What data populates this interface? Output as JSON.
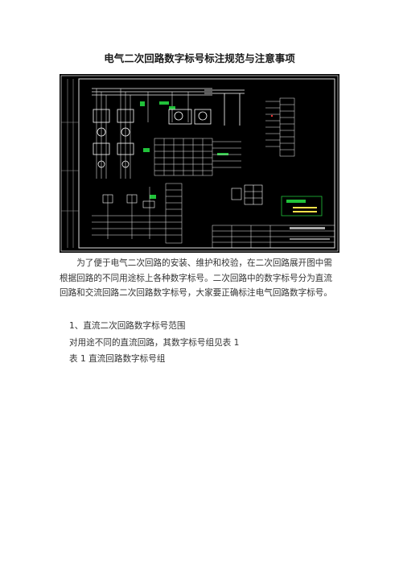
{
  "document": {
    "title": "电气二次回路数字标号标注规范与注意事项",
    "intro": "为了便于电气二次回路的安装、维护和校验，在二次回路展开图中需根据回路的不同用途标上各种数字标号。二次回路中的数字标号分为直流回路和交流回路二次回路数字标号，大家要正确标注电气回路数字标号。",
    "section_1": "1、直流二次回路数字标号范围",
    "sentence_1": "对用途不同的直流回路，其数字标号组见表 1",
    "table_caption": "表 1 直流回路数字标号组"
  },
  "figure": {
    "icon": "cad-schematic-image",
    "colors": {
      "background": "#000000",
      "lines": "#ffffff",
      "accent_green": "#21c23a",
      "accent_yellow": "#ffe24a",
      "accent_red": "#e33"
    }
  }
}
